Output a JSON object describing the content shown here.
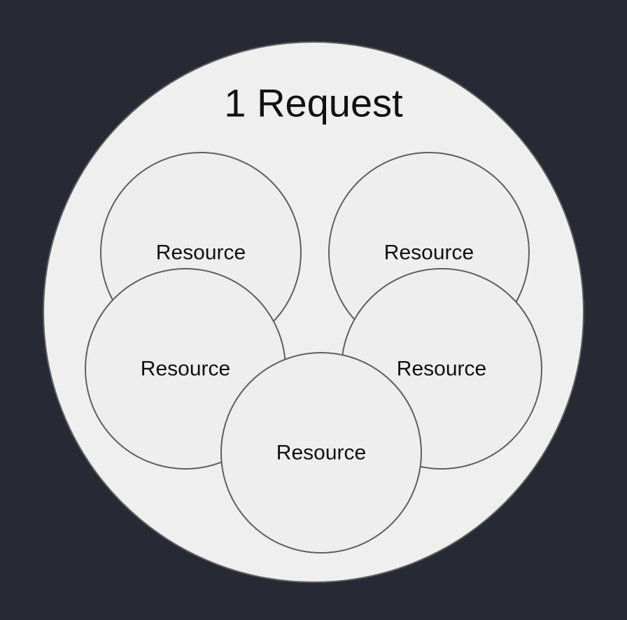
{
  "diagram": {
    "outer": {
      "label": "1 Request",
      "fill": "#efefef",
      "stroke": "#606060"
    },
    "resources": [
      {
        "label": "Resource"
      },
      {
        "label": "Resource"
      },
      {
        "label": "Resource"
      },
      {
        "label": "Resource"
      },
      {
        "label": "Resource"
      }
    ],
    "colors": {
      "background": "#272a35",
      "circle_fill": "#eeeeee",
      "circle_stroke": "#5f5f5f",
      "text": "#111111"
    }
  }
}
